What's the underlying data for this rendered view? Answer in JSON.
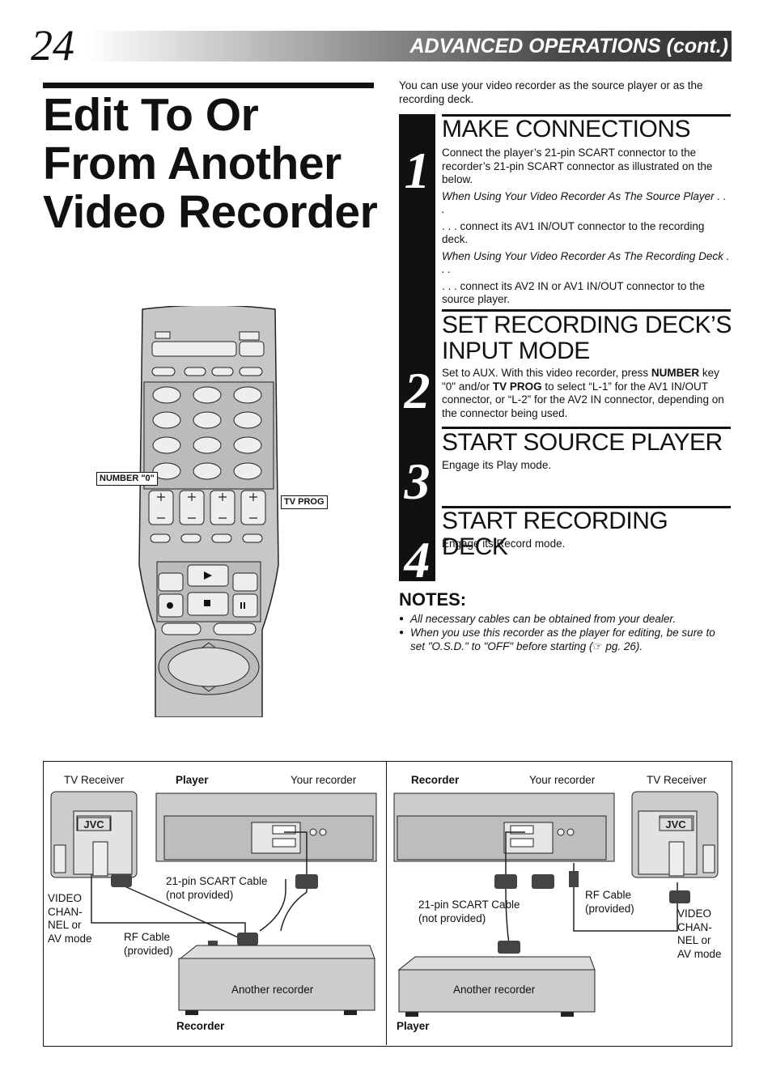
{
  "header": {
    "page_number": "24",
    "section_title": "ADVANCED OPERATIONS (cont.)"
  },
  "title": "Edit To Or From Another Video Recorder",
  "intro": "You can use your video recorder as the source player or as the recording deck.",
  "steps": [
    {
      "number": "1",
      "heading": "MAKE CONNECTIONS",
      "text": "Connect the player’s 21-pin SCART connector to the recorder’s 21-pin SCART connector as illustrated on the below.",
      "sub1_title": "When Using Your Video Recorder As The Source Player . . .",
      "sub1_text": ". . . connect its AV1 IN/OUT connector to the recording deck.",
      "sub2_title": "When Using Your Video Recorder As The Recording Deck . . .",
      "sub2_text": " . . . connect its AV2 IN or AV1 IN/OUT connector to the source player."
    },
    {
      "number": "2",
      "heading": "SET RECORDING DECK’S INPUT MODE",
      "text_a": "Set to AUX. With this video recorder, press ",
      "bold_a": "NUMBER",
      "text_b": " key \"0\" and/or ",
      "bold_b": "TV PROG",
      "text_c": " to select “L-1” for the AV1 IN/OUT connector, or “L-2” for the AV2 IN connector, depending on the connector being used."
    },
    {
      "number": "3",
      "heading": "START SOURCE PLAYER",
      "text": "Engage its Play mode."
    },
    {
      "number": "4",
      "heading": "START RECORDING DECK",
      "text": "Engage its Record mode."
    }
  ],
  "notes": {
    "heading": "NOTES:",
    "items": [
      "All necessary cables can be obtained from your dealer.",
      "When you use this recorder as the player for editing, be sure to set \"O.S.D.\" to \"OFF\" before starting (☞ pg. 26)."
    ]
  },
  "remote": {
    "callout_number": "NUMBER \"0\"",
    "callout_tvprog": "TV PROG"
  },
  "diagram_left": {
    "tv_receiver": "TV Receiver",
    "player": "Player",
    "your_recorder": "Your recorder",
    "scart_cable": "21-pin SCART Cable\n(not provided)",
    "video_channel": "VIDEO\nCHAN-\nNEL or\nAV mode",
    "rf_cable": "RF Cable\n(provided)",
    "another_recorder": "Another recorder",
    "recorder": "Recorder"
  },
  "diagram_right": {
    "recorder": "Recorder",
    "your_recorder": "Your recorder",
    "tv_receiver": "TV Receiver",
    "scart_cable": "21-pin SCART Cable\n(not provided)",
    "rf_cable": "RF Cable\n(provided)",
    "video_channel": "VIDEO\nCHAN-\nNEL or\nAV mode",
    "another_recorder": "Another recorder",
    "player": "Player"
  },
  "brand": "JVC"
}
